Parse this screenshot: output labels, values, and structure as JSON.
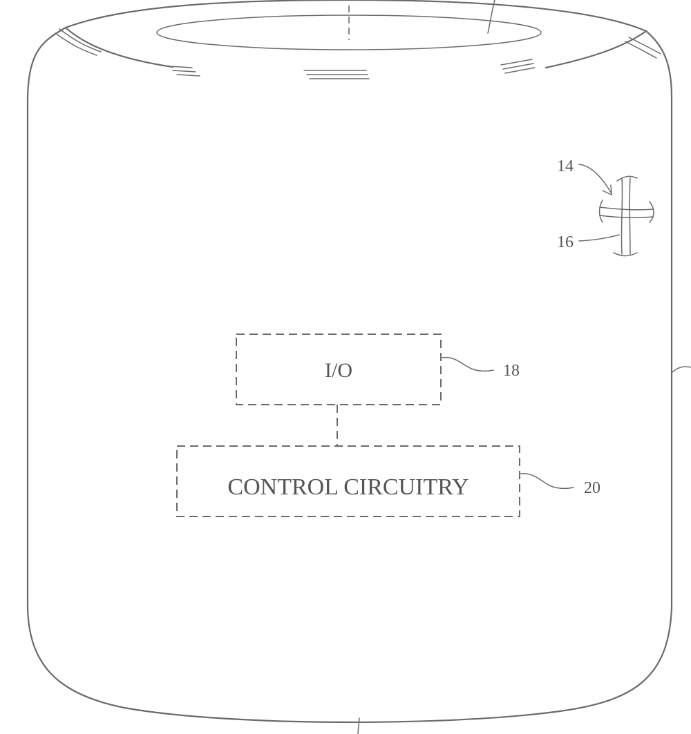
{
  "diagram": {
    "blocks": [
      {
        "id": "io",
        "text": "I/O",
        "ref": "18"
      },
      {
        "id": "control",
        "text": "CONTROL CIRCUITRY",
        "ref": "20"
      }
    ],
    "refs": {
      "sensor_group": "14",
      "sensor_element": "16"
    },
    "colors": {
      "line": "#6a6a6a",
      "text": "#555555",
      "background": "#ffffff"
    }
  }
}
